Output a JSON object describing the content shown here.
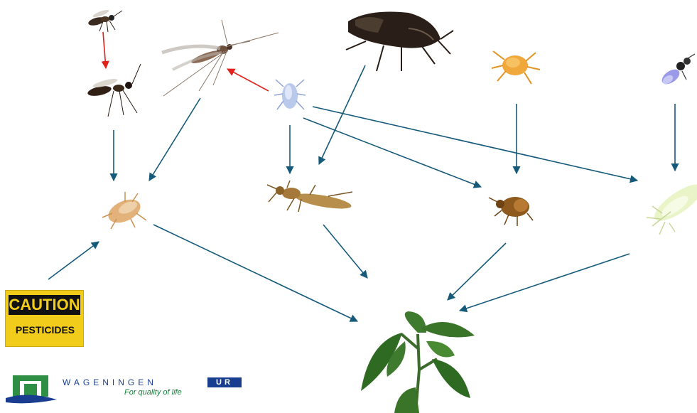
{
  "caution_sign": {
    "heading": "CAUTION",
    "subtext": "PESTICIDES"
  },
  "logo": {
    "wordmark": "WAGENINGEN",
    "suffix": "UR",
    "tagline": "For quality of life"
  },
  "colors": {
    "feeding_arrow": "#165a7a",
    "highlight_arrow": "#e0231c",
    "logo_blue": "#1a3e8f",
    "logo_green": "#1a7f3a",
    "caution_yellow": "#f2cc1b"
  },
  "icons": [
    "wasp-icon",
    "fungus-gnat-icon",
    "plant-bug-icon",
    "orange-mite-icon",
    "blue-wasp-icon",
    "blue-mite-icon",
    "aphid-icon",
    "thrips-icon",
    "beetle-icon",
    "whitefly-icon",
    "pepper-plant-icon",
    "wur-logo-icon"
  ]
}
